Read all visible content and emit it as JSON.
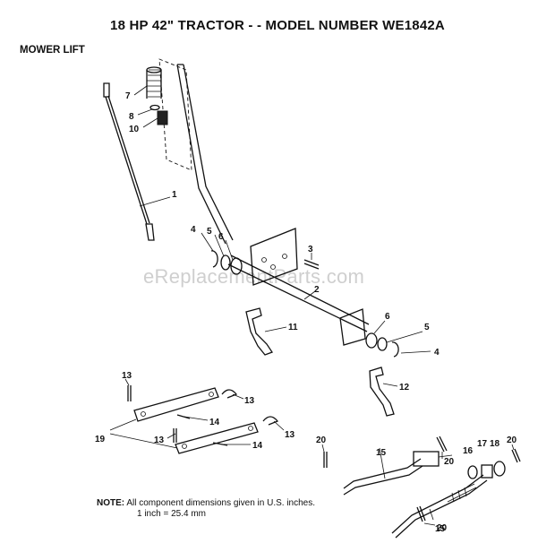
{
  "title": "18 HP 42\" TRACTOR - - MODEL NUMBER WE1842A",
  "section": "MOWER LIFT",
  "watermark": "eReplacementParts.com",
  "note": {
    "label": "NOTE:",
    "line1": "All component  dimensions given in U.S. inches.",
    "line2": "1 inch = 25.4 mm"
  },
  "callouts": {
    "c1": "1",
    "c2": "2",
    "c3": "3",
    "c4a": "4",
    "c4b": "4",
    "c5a": "5",
    "c5b": "5",
    "c6a": "6",
    "c6b": "6",
    "c7": "7",
    "c8": "8",
    "c10": "10",
    "c11": "11",
    "c12": "12",
    "c13a": "13",
    "c13b": "13",
    "c13c": "13",
    "c13d": "13",
    "c14a": "14",
    "c14b": "14",
    "c15a": "15",
    "c15b": "15",
    "c16": "16",
    "c17": "17",
    "c18": "18",
    "c19": "19",
    "c20a": "20",
    "c20b": "20",
    "c20c": "20",
    "c20d": "20"
  }
}
